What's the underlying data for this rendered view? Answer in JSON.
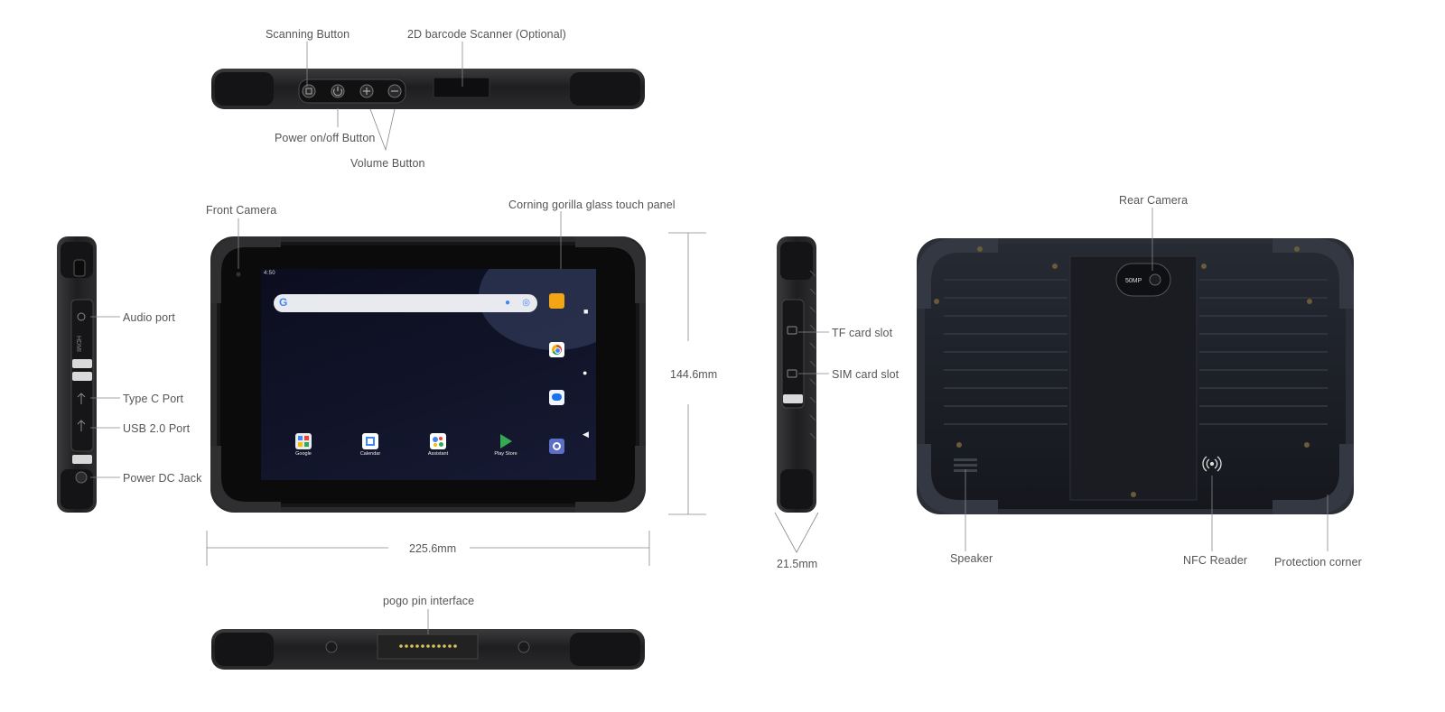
{
  "labels": {
    "scanning_button": "Scanning Button",
    "barcode_scanner": "2D barcode Scanner (Optional)",
    "power_button": "Power on/off Button",
    "volume_button": "Volume Button",
    "front_camera": "Front Camera",
    "gorilla_glass": "Corning gorilla glass touch panel",
    "audio_port": "Audio port",
    "type_c_port": "Type C Port",
    "usb_port": "USB 2.0 Port",
    "power_dc_jack": "Power DC Jack",
    "tf_card_slot": "TF card slot",
    "sim_card_slot": "SIM card slot",
    "rear_camera": "Rear Camera",
    "speaker": "Speaker",
    "nfc_reader": "NFC Reader",
    "protection_corner": "Protection corner",
    "pogo_pin": "pogo pin interface"
  },
  "dimensions": {
    "width": "225.6mm",
    "height": "144.6mm",
    "thickness": "21.5mm"
  },
  "device_markings": {
    "camera_badge": "50MP",
    "hdmi": "HDMI"
  },
  "screen": {
    "status_time": "4:50",
    "apps": [
      {
        "name": "Google",
        "icon": "google-folder-icon"
      },
      {
        "name": "Calendar",
        "icon": "calendar-icon"
      },
      {
        "name": "Assistant",
        "icon": "assistant-icon"
      },
      {
        "name": "Play Store",
        "icon": "play-store-icon"
      }
    ],
    "side_apps": [
      "photos-icon",
      "chrome-icon",
      "messages-icon",
      "settings-icon"
    ]
  },
  "colors": {
    "device_body": "#1f1f21",
    "device_edge": "#3a3a3d",
    "back_panel": "#1e2129",
    "line": "#888888",
    "screen_bg": "#0f1124"
  }
}
